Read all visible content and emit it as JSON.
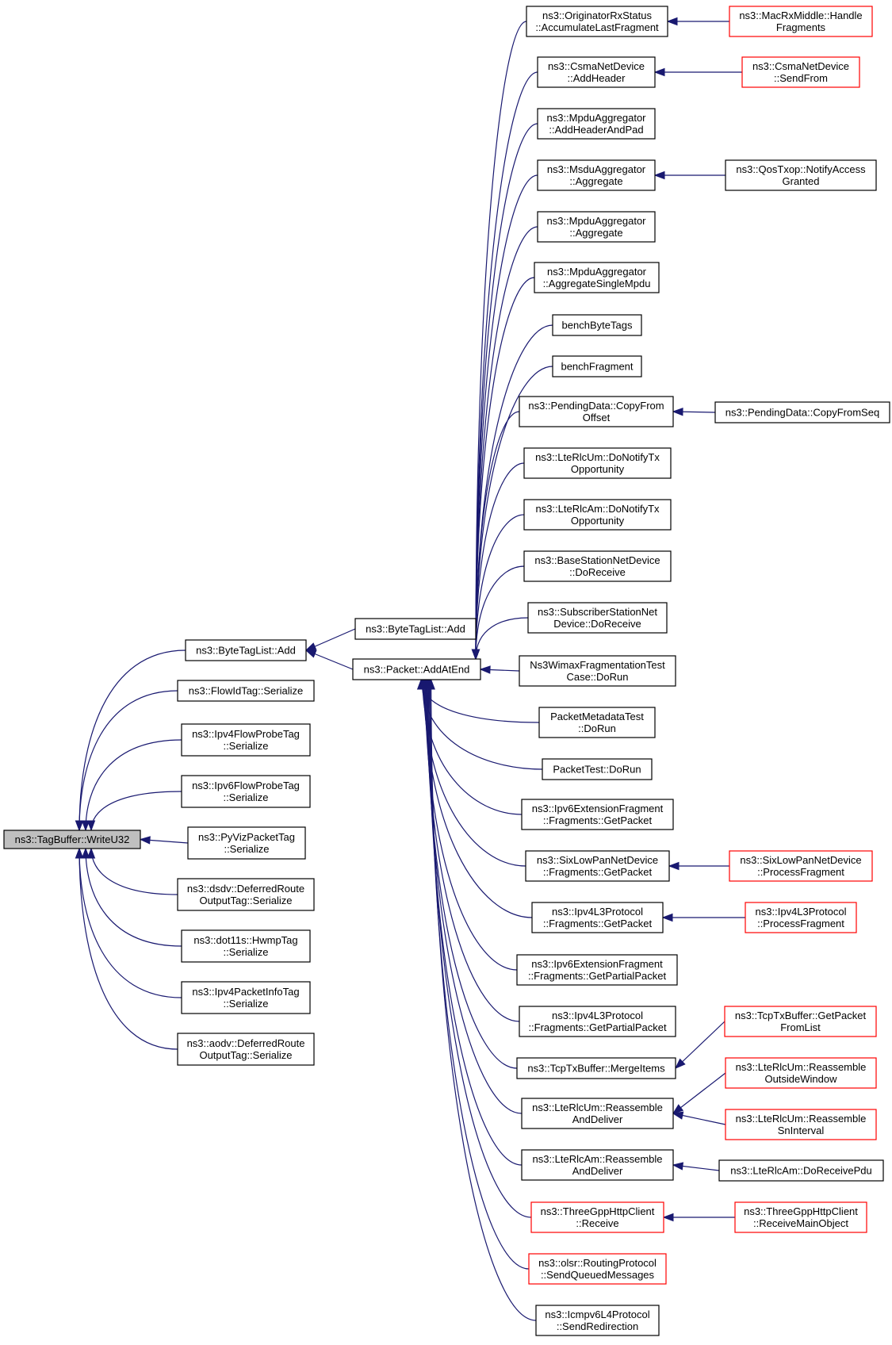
{
  "colors": {
    "edge": "#191970",
    "normal_border": "#000000",
    "highlight_border": "#ff0000",
    "root_fill": "#bfbfbf"
  },
  "nodes": [
    {
      "id": "tb",
      "lines": [
        "ns3::TagBuffer::WriteU32"
      ],
      "style": "root"
    },
    {
      "id": "btl",
      "lines": [
        "ns3::ByteTagList::Add"
      ],
      "style": "normal"
    },
    {
      "id": "flow",
      "lines": [
        "ns3::FlowIdTag::Serialize"
      ],
      "style": "normal"
    },
    {
      "id": "ipv4fp",
      "lines": [
        "ns3::Ipv4FlowProbeTag",
        "::Serialize"
      ],
      "style": "normal"
    },
    {
      "id": "ipv6fp",
      "lines": [
        "ns3::Ipv6FlowProbeTag",
        "::Serialize"
      ],
      "style": "normal"
    },
    {
      "id": "pyviz",
      "lines": [
        "ns3::PyVizPacketTag",
        "::Serialize"
      ],
      "style": "normal"
    },
    {
      "id": "dsdv",
      "lines": [
        "ns3::dsdv::DeferredRoute",
        "OutputTag::Serialize"
      ],
      "style": "normal"
    },
    {
      "id": "hwmp",
      "lines": [
        "ns3::dot11s::HwmpTag",
        "::Serialize"
      ],
      "style": "normal"
    },
    {
      "id": "ipv4pi",
      "lines": [
        "ns3::Ipv4PacketInfoTag",
        "::Serialize"
      ],
      "style": "normal"
    },
    {
      "id": "aodv",
      "lines": [
        "ns3::aodv::DeferredRoute",
        "OutputTag::Serialize"
      ],
      "style": "normal"
    },
    {
      "id": "btl2",
      "lines": [
        "ns3::ByteTagList::Add"
      ],
      "style": "normal"
    },
    {
      "id": "pae",
      "lines": [
        "ns3::Packet::AddAtEnd"
      ],
      "style": "normal"
    },
    {
      "id": "c1",
      "lines": [
        "ns3::OriginatorRxStatus",
        "::AccumulateLastFragment"
      ],
      "style": "normal"
    },
    {
      "id": "c2",
      "lines": [
        "ns3::CsmaNetDevice",
        "::AddHeader"
      ],
      "style": "normal"
    },
    {
      "id": "c3",
      "lines": [
        "ns3::MpduAggregator",
        "::AddHeaderAndPad"
      ],
      "style": "normal"
    },
    {
      "id": "c4",
      "lines": [
        "ns3::MsduAggregator",
        "::Aggregate"
      ],
      "style": "normal"
    },
    {
      "id": "c5",
      "lines": [
        "ns3::MpduAggregator",
        "::Aggregate"
      ],
      "style": "normal"
    },
    {
      "id": "c6",
      "lines": [
        "ns3::MpduAggregator",
        "::AggregateSingleMpdu"
      ],
      "style": "normal"
    },
    {
      "id": "c7",
      "lines": [
        "benchByteTags"
      ],
      "style": "normal"
    },
    {
      "id": "c8",
      "lines": [
        "benchFragment"
      ],
      "style": "normal"
    },
    {
      "id": "c9",
      "lines": [
        "ns3::PendingData::CopyFrom",
        "Offset"
      ],
      "style": "normal"
    },
    {
      "id": "c10",
      "lines": [
        "ns3::LteRlcUm::DoNotifyTx",
        "Opportunity"
      ],
      "style": "normal"
    },
    {
      "id": "c11",
      "lines": [
        "ns3::LteRlcAm::DoNotifyTx",
        "Opportunity"
      ],
      "style": "normal"
    },
    {
      "id": "c12",
      "lines": [
        "ns3::BaseStationNetDevice",
        "::DoReceive"
      ],
      "style": "normal"
    },
    {
      "id": "c13",
      "lines": [
        "ns3::SubscriberStationNet",
        "Device::DoReceive"
      ],
      "style": "normal"
    },
    {
      "id": "d1",
      "lines": [
        "Ns3WimaxFragmentationTest",
        "Case::DoRun"
      ],
      "style": "normal"
    },
    {
      "id": "d2",
      "lines": [
        "PacketMetadataTest",
        "::DoRun"
      ],
      "style": "normal"
    },
    {
      "id": "d3",
      "lines": [
        "PacketTest::DoRun"
      ],
      "style": "normal"
    },
    {
      "id": "d4",
      "lines": [
        "ns3::Ipv6ExtensionFragment",
        "::Fragments::GetPacket"
      ],
      "style": "normal"
    },
    {
      "id": "d5",
      "lines": [
        "ns3::SixLowPanNetDevice",
        "::Fragments::GetPacket"
      ],
      "style": "normal"
    },
    {
      "id": "d6",
      "lines": [
        "ns3::Ipv4L3Protocol",
        "::Fragments::GetPacket"
      ],
      "style": "normal"
    },
    {
      "id": "d7",
      "lines": [
        "ns3::Ipv6ExtensionFragment",
        "::Fragments::GetPartialPacket"
      ],
      "style": "normal"
    },
    {
      "id": "d8",
      "lines": [
        "ns3::Ipv4L3Protocol",
        "::Fragments::GetPartialPacket"
      ],
      "style": "normal"
    },
    {
      "id": "d9",
      "lines": [
        "ns3::TcpTxBuffer::MergeItems"
      ],
      "style": "normal"
    },
    {
      "id": "d10",
      "lines": [
        "ns3::LteRlcUm::Reassemble",
        "AndDeliver"
      ],
      "style": "normal"
    },
    {
      "id": "d11",
      "lines": [
        "ns3::LteRlcAm::Reassemble",
        "AndDeliver"
      ],
      "style": "normal"
    },
    {
      "id": "d12",
      "lines": [
        "ns3::ThreeGppHttpClient",
        "::Receive"
      ],
      "style": "red"
    },
    {
      "id": "d13",
      "lines": [
        "ns3::olsr::RoutingProtocol",
        "::SendQueuedMessages"
      ],
      "style": "red"
    },
    {
      "id": "d14",
      "lines": [
        "ns3::Icmpv6L4Protocol",
        "::SendRedirection"
      ],
      "style": "normal"
    },
    {
      "id": "r1",
      "lines": [
        "ns3::MacRxMiddle::Handle",
        "Fragments"
      ],
      "style": "red"
    },
    {
      "id": "r2",
      "lines": [
        "ns3::CsmaNetDevice",
        "::SendFrom"
      ],
      "style": "red"
    },
    {
      "id": "r3",
      "lines": [
        "ns3::QosTxop::NotifyAccess",
        "Granted"
      ],
      "style": "normal"
    },
    {
      "id": "r4",
      "lines": [
        "ns3::PendingData::CopyFromSeq"
      ],
      "style": "normal"
    },
    {
      "id": "r5",
      "lines": [
        "ns3::SixLowPanNetDevice",
        "::ProcessFragment"
      ],
      "style": "red"
    },
    {
      "id": "r6",
      "lines": [
        "ns3::Ipv4L3Protocol",
        "::ProcessFragment"
      ],
      "style": "red"
    },
    {
      "id": "r7",
      "lines": [
        "ns3::TcpTxBuffer::GetPacket",
        "FromList"
      ],
      "style": "red"
    },
    {
      "id": "r8",
      "lines": [
        "ns3::LteRlcUm::Reassemble",
        "OutsideWindow"
      ],
      "style": "red"
    },
    {
      "id": "r9",
      "lines": [
        "ns3::LteRlcUm::Reassemble",
        "SnInterval"
      ],
      "style": "red"
    },
    {
      "id": "r10",
      "lines": [
        "ns3::LteRlcAm::DoReceivePdu"
      ],
      "style": "normal"
    },
    {
      "id": "r11",
      "lines": [
        "ns3::ThreeGppHttpClient",
        "::ReceiveMainObject"
      ],
      "style": "red"
    }
  ],
  "edges": [
    [
      "btl",
      "tb"
    ],
    [
      "flow",
      "tb"
    ],
    [
      "ipv4fp",
      "tb"
    ],
    [
      "ipv6fp",
      "tb"
    ],
    [
      "pyviz",
      "tb"
    ],
    [
      "dsdv",
      "tb"
    ],
    [
      "hwmp",
      "tb"
    ],
    [
      "ipv4pi",
      "tb"
    ],
    [
      "aodv",
      "tb"
    ],
    [
      "btl2",
      "btl"
    ],
    [
      "pae",
      "btl"
    ],
    [
      "c1",
      "pae"
    ],
    [
      "c2",
      "pae"
    ],
    [
      "c3",
      "pae"
    ],
    [
      "c4",
      "pae"
    ],
    [
      "c5",
      "pae"
    ],
    [
      "c6",
      "pae"
    ],
    [
      "c7",
      "pae"
    ],
    [
      "c8",
      "pae"
    ],
    [
      "c9",
      "pae"
    ],
    [
      "c10",
      "pae"
    ],
    [
      "c11",
      "pae"
    ],
    [
      "c12",
      "pae"
    ],
    [
      "c13",
      "pae"
    ],
    [
      "d1",
      "pae"
    ],
    [
      "d2",
      "pae"
    ],
    [
      "d3",
      "pae"
    ],
    [
      "d4",
      "pae"
    ],
    [
      "d5",
      "pae"
    ],
    [
      "d6",
      "pae"
    ],
    [
      "d7",
      "pae"
    ],
    [
      "d8",
      "pae"
    ],
    [
      "d9",
      "pae"
    ],
    [
      "d10",
      "pae"
    ],
    [
      "d11",
      "pae"
    ],
    [
      "d12",
      "pae"
    ],
    [
      "d13",
      "pae"
    ],
    [
      "d14",
      "pae"
    ],
    [
      "r1",
      "c1"
    ],
    [
      "r2",
      "c2"
    ],
    [
      "r3",
      "c4"
    ],
    [
      "r4",
      "c9"
    ],
    [
      "r5",
      "d5"
    ],
    [
      "r6",
      "d6"
    ],
    [
      "r7",
      "d9"
    ],
    [
      "r8",
      "d10"
    ],
    [
      "r9",
      "d10"
    ],
    [
      "r10",
      "d11"
    ],
    [
      "r11",
      "d12"
    ]
  ]
}
